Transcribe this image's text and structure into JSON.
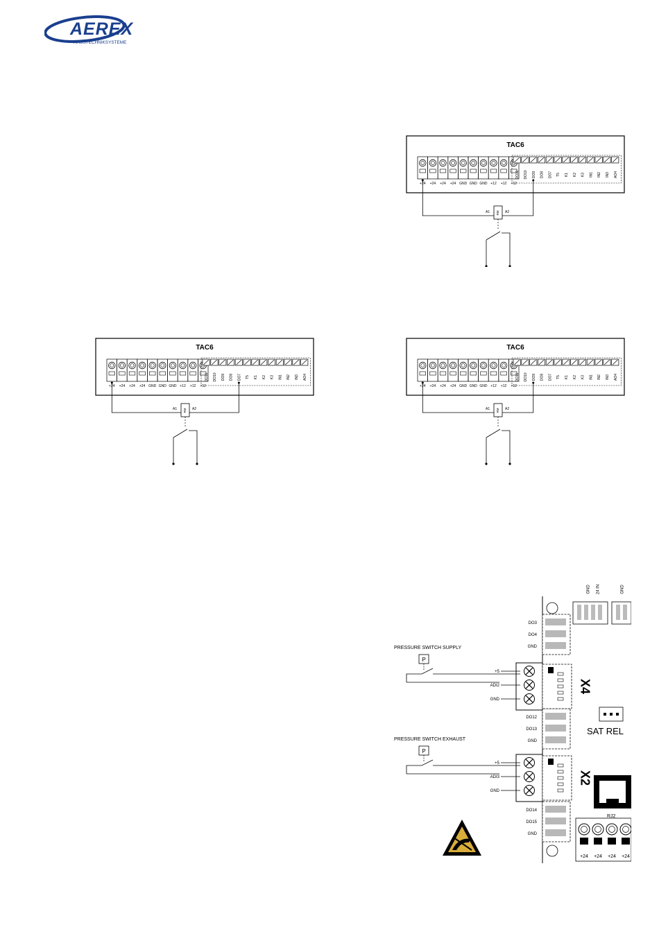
{
  "brand": {
    "name": "AEREX",
    "tagline": "HAUSTECHNIKSYSTEME",
    "color": "#1a3f8f"
  },
  "tac": {
    "title": "TAC6",
    "screw_terminals": [
      "+24",
      "+24",
      "+24",
      "+24",
      "GND",
      "GND",
      "GND",
      "+12",
      "+12",
      "+12"
    ],
    "spring_terminals": [
      "DO11",
      "DO10",
      "DO9",
      "DO8",
      "DO7",
      "T5",
      "K1",
      "K2",
      "K3",
      "IN1",
      "IN2",
      "IN3",
      "AO4"
    ],
    "relay_label": "RM",
    "coil_a1": "A1",
    "coil_a2": "A2"
  },
  "pressure": {
    "top_connector_labels": [
      "GND",
      "24 IN",
      "GND"
    ],
    "supply_title": "PRESSURE SWITCH SUPPLY",
    "exhaust_title": "PRESSURE SWITCH EXHAUST",
    "switch_symbol": "P",
    "x4_label": "X4",
    "x2_label": "X2",
    "sat_label": "SAT REL",
    "rj_label": "RJ2",
    "do_top": [
      "DO3",
      "DO4",
      "GND"
    ],
    "x4_pins": [
      "+5",
      "ADI2",
      "GND"
    ],
    "do_mid": [
      "DO12",
      "DO13",
      "GND"
    ],
    "x2_pins": [
      "+5",
      "ADI3",
      "GND"
    ],
    "do_bot": [
      "DO14",
      "DO15",
      "GND"
    ],
    "bottom_terminals": [
      "+24",
      "+24",
      "+24",
      "+24"
    ]
  }
}
